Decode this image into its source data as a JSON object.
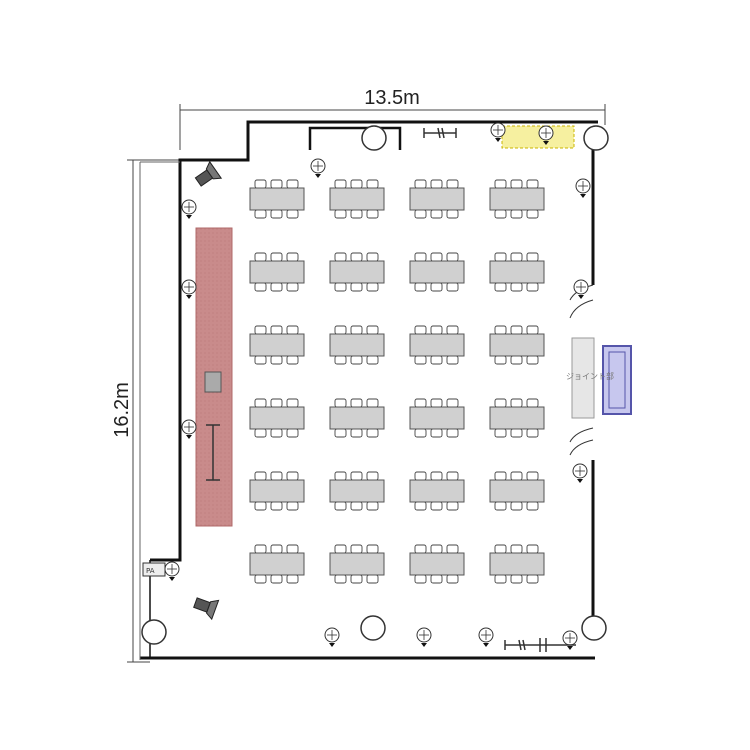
{
  "dimensions": {
    "width_label": "13.5m",
    "height_label": "16.2m"
  },
  "labels": {
    "joint": "ジョイント部",
    "pa": "PA"
  },
  "layout": {
    "table_rows": 6,
    "table_cols": 4
  },
  "colors": {
    "wall": "#111111",
    "stage": "#c98b8b",
    "stage_border": "#b06a6a",
    "yellow_zone": "#f6f0a0",
    "table_fill": "#d0d0d0",
    "table_stroke": "#555555",
    "partition": "#5555aa"
  }
}
